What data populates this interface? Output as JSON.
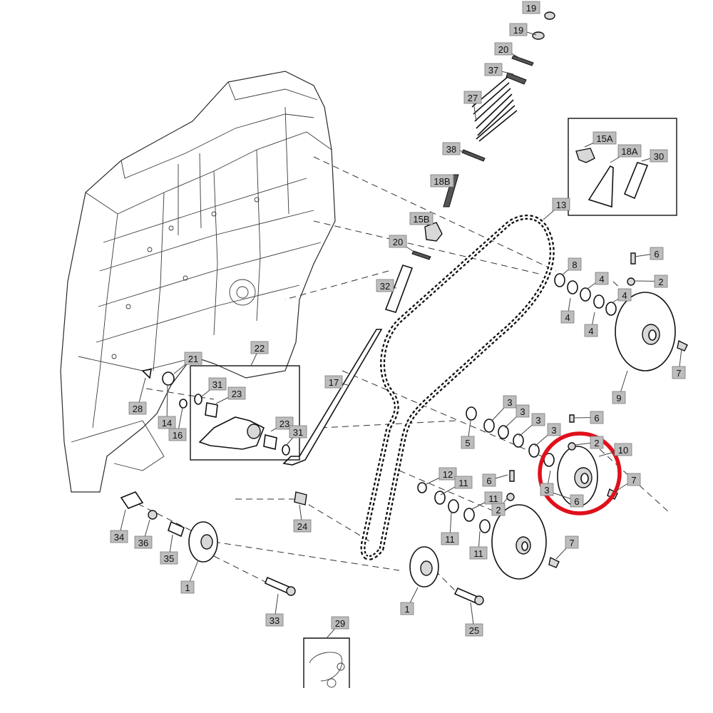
{
  "diagram": {
    "labels": [
      {
        "id": "l19a",
        "text": "19"
      },
      {
        "id": "l19b",
        "text": "19"
      },
      {
        "id": "l20a",
        "text": "20"
      },
      {
        "id": "l37",
        "text": "37"
      },
      {
        "id": "l27",
        "text": "27"
      },
      {
        "id": "l38",
        "text": "38"
      },
      {
        "id": "l18b",
        "text": "18B"
      },
      {
        "id": "l15b",
        "text": "15B"
      },
      {
        "id": "l20b",
        "text": "20"
      },
      {
        "id": "l32",
        "text": "32"
      },
      {
        "id": "l13",
        "text": "13"
      },
      {
        "id": "l15a",
        "text": "15A"
      },
      {
        "id": "l18a",
        "text": "18A"
      },
      {
        "id": "l30",
        "text": "30"
      },
      {
        "id": "l8",
        "text": "8"
      },
      {
        "id": "l6a",
        "text": "6"
      },
      {
        "id": "l2a",
        "text": "2"
      },
      {
        "id": "l4a",
        "text": "4"
      },
      {
        "id": "l4b",
        "text": "4"
      },
      {
        "id": "l4c",
        "text": "4"
      },
      {
        "id": "l4d",
        "text": "4"
      },
      {
        "id": "l7a",
        "text": "7"
      },
      {
        "id": "l9",
        "text": "9"
      },
      {
        "id": "l21",
        "text": "21"
      },
      {
        "id": "l22",
        "text": "22"
      },
      {
        "id": "l17",
        "text": "17"
      },
      {
        "id": "l31a",
        "text": "31"
      },
      {
        "id": "l23a",
        "text": "23"
      },
      {
        "id": "l28",
        "text": "28"
      },
      {
        "id": "l14",
        "text": "14"
      },
      {
        "id": "l16",
        "text": "16"
      },
      {
        "id": "l23b",
        "text": "23"
      },
      {
        "id": "l31b",
        "text": "31"
      },
      {
        "id": "l3a",
        "text": "3"
      },
      {
        "id": "l3b",
        "text": "3"
      },
      {
        "id": "l3c",
        "text": "3"
      },
      {
        "id": "l3d",
        "text": "3"
      },
      {
        "id": "l6b",
        "text": "6"
      },
      {
        "id": "l5",
        "text": "5"
      },
      {
        "id": "l2b",
        "text": "2"
      },
      {
        "id": "l10",
        "text": "10"
      },
      {
        "id": "l7b",
        "text": "7"
      },
      {
        "id": "l12",
        "text": "12"
      },
      {
        "id": "l11a",
        "text": "11"
      },
      {
        "id": "l6c",
        "text": "6"
      },
      {
        "id": "l11b",
        "text": "11"
      },
      {
        "id": "l11c",
        "text": "11"
      },
      {
        "id": "l11d",
        "text": "11"
      },
      {
        "id": "l2c",
        "text": "2"
      },
      {
        "id": "l6d",
        "text": "6"
      },
      {
        "id": "l3e",
        "text": "3"
      },
      {
        "id": "l7c",
        "text": "7"
      },
      {
        "id": "l34",
        "text": "34"
      },
      {
        "id": "l36",
        "text": "36"
      },
      {
        "id": "l35",
        "text": "35"
      },
      {
        "id": "l24",
        "text": "24"
      },
      {
        "id": "l1a",
        "text": "1"
      },
      {
        "id": "l33",
        "text": "33"
      },
      {
        "id": "l1b",
        "text": "1"
      },
      {
        "id": "l25",
        "text": "25"
      },
      {
        "id": "l29",
        "text": "29"
      }
    ],
    "highlight_color": "#e0101b"
  }
}
